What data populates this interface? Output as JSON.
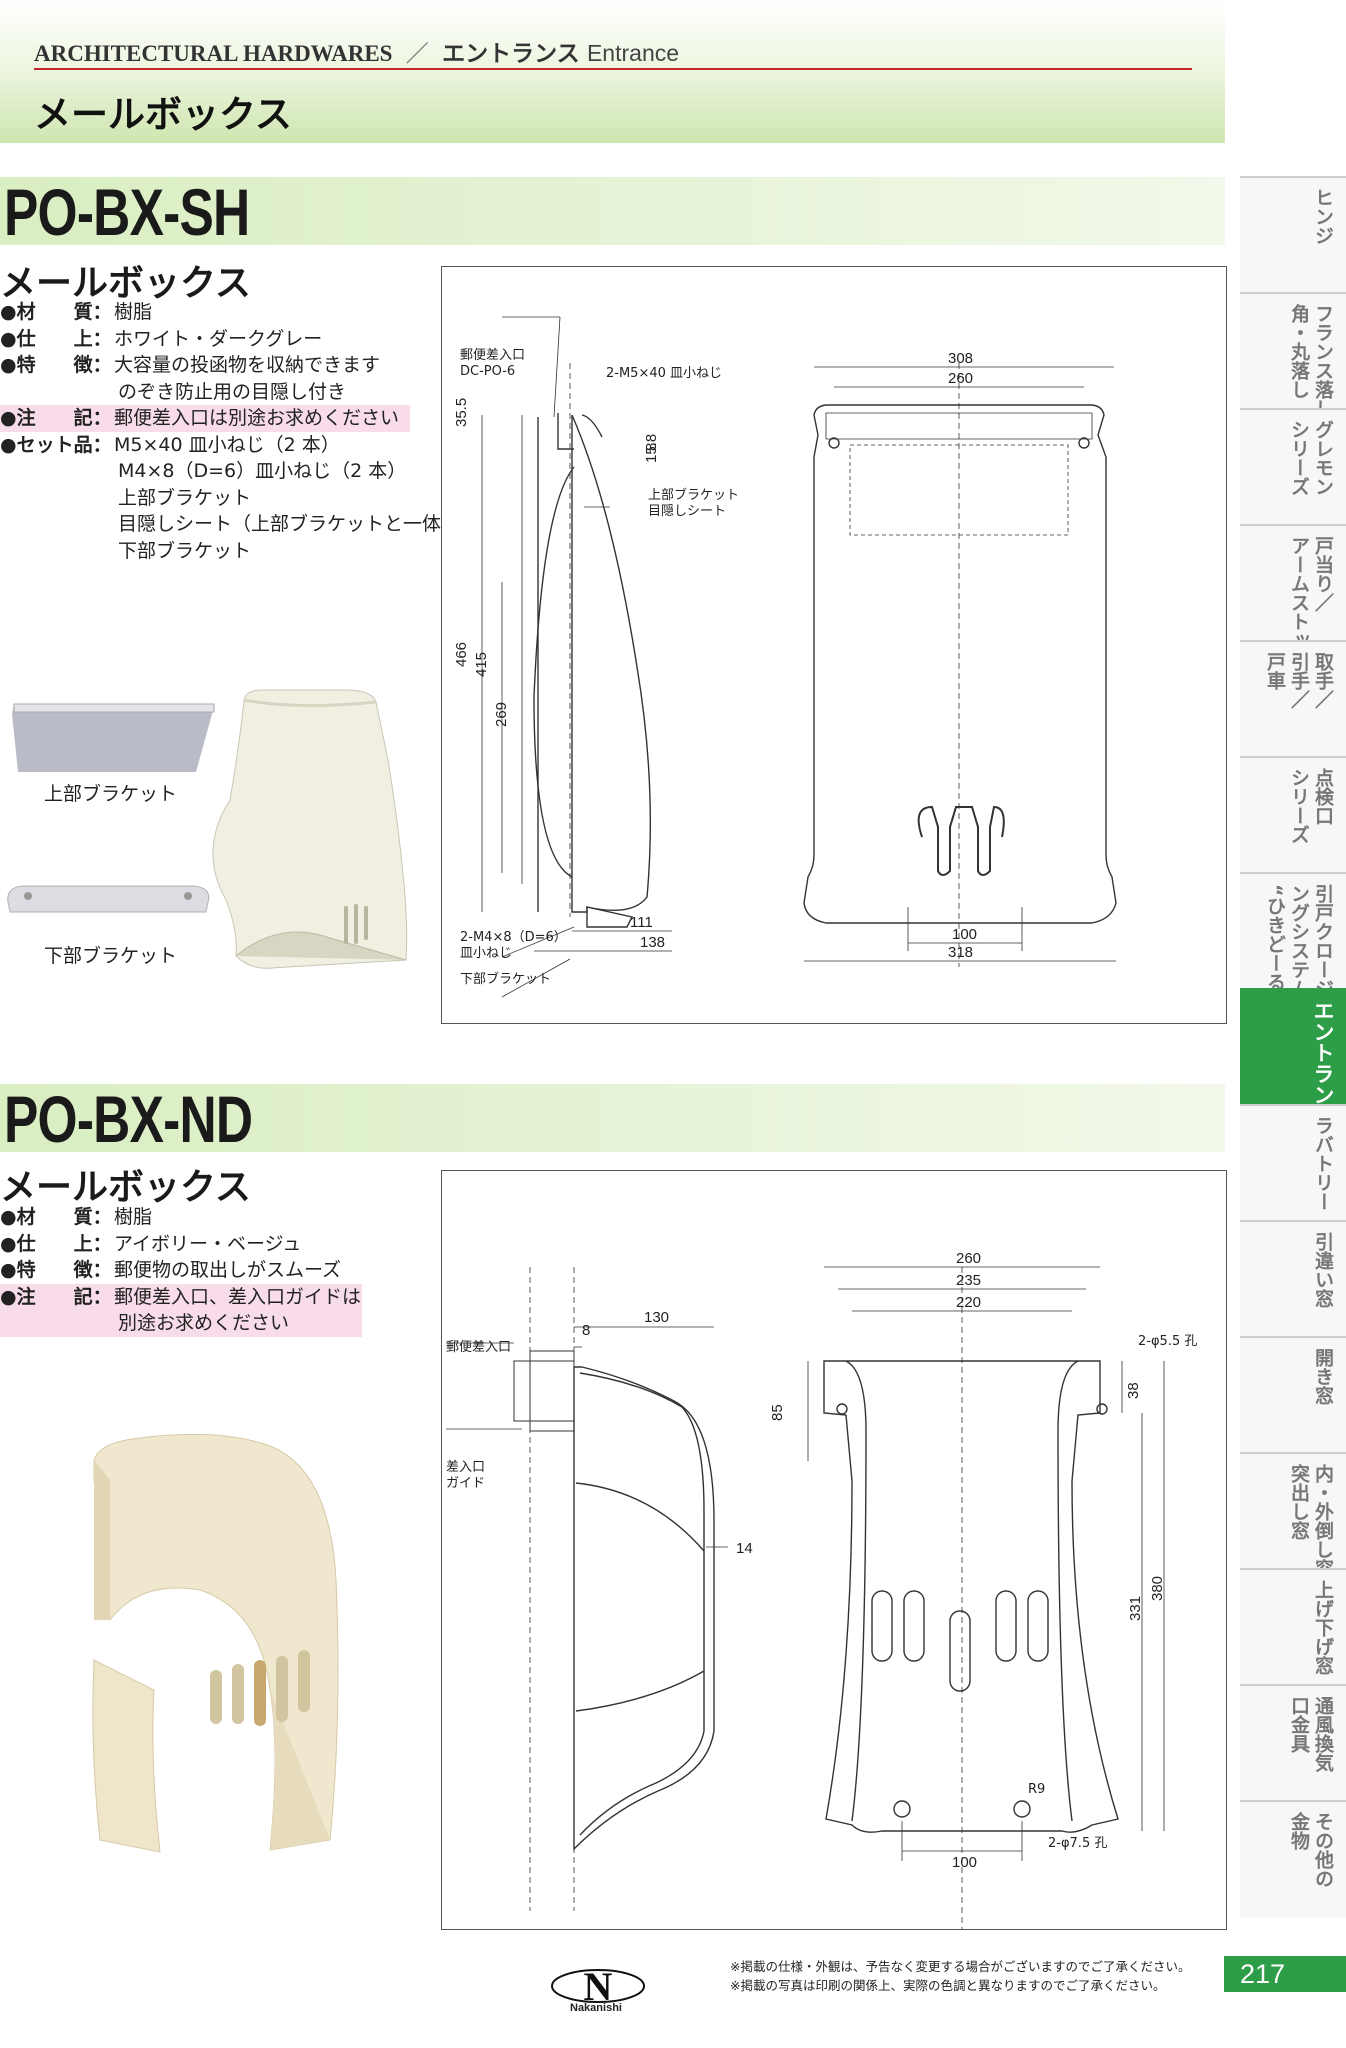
{
  "header": {
    "brand": "ARCHITECTURAL HARDWARES",
    "separator": "／",
    "section_jp": "エントランス",
    "section_en": "Entrance",
    "title": "メールボックス"
  },
  "products": [
    {
      "model": "PO-BX-SH",
      "subtitle": "メールボックス",
      "specs": [
        {
          "label": "●材　　質：",
          "value": "樹脂"
        },
        {
          "label": "●仕　　上：",
          "value": "ホワイト・ダークグレー"
        },
        {
          "label": "●特　　徴：",
          "value": "大容量の投函物を収納できます",
          "cont": [
            "のぞき防止用の目隠し付き"
          ]
        },
        {
          "label": "●注　　記：",
          "value": "郵便差入口は別途お求めください"
        },
        {
          "label": "●セット品：",
          "value": "M5×40 皿小ねじ（2 本）",
          "cont": [
            "M4×8（D=6）皿小ねじ（2 本）",
            "上部ブラケット",
            "目隠しシート（上部ブラケットと一体型）",
            "下部ブラケット"
          ]
        }
      ],
      "photo_captions": [
        "上部ブラケット",
        "下部ブラケット"
      ],
      "drawing": {
        "labels": [
          "郵便差入口",
          "DC-PO-6",
          "2-M5×40 皿小ねじ",
          "上部ブラケット",
          "目隠しシート",
          "2-M4×8（D=6）",
          "皿小ねじ",
          "下部ブラケット"
        ],
        "dims": [
          "35.5",
          "8",
          "15.8",
          "466",
          "415",
          "269",
          "111",
          "138",
          "308",
          "260",
          "100",
          "318"
        ]
      }
    },
    {
      "model": "PO-BX-ND",
      "subtitle": "メールボックス",
      "specs": [
        {
          "label": "●材　　質：",
          "value": "樹脂"
        },
        {
          "label": "●仕　　上：",
          "value": "アイボリー・ベージュ"
        },
        {
          "label": "●特　　徴：",
          "value": "郵便物の取出しがスムーズ"
        },
        {
          "label": "●注　　記：",
          "value": "郵便差入口、差入口ガイドは",
          "cont": [
            "別途お求めください"
          ]
        }
      ],
      "drawing": {
        "labels": [
          "郵便差入口",
          "差入口",
          "ガイド",
          "2-φ5.5 孔",
          "2-φ7.5 孔",
          "R9"
        ],
        "dims": [
          "130",
          "8",
          "14",
          "260",
          "235",
          "220",
          "85",
          "38",
          "331",
          "380",
          "100"
        ]
      }
    }
  ],
  "side_tabs": [
    {
      "cols": [
        "ヒンジ"
      ],
      "active": false
    },
    {
      "cols": [
        "フランス落し／",
        "角・丸落し"
      ],
      "active": false
    },
    {
      "cols": [
        "グレモン",
        "シリーズ"
      ],
      "active": false
    },
    {
      "cols": [
        "戸当り／",
        "アームストッパー"
      ],
      "active": false
    },
    {
      "cols": [
        "取手／",
        "引手／",
        "戸車"
      ],
      "active": false
    },
    {
      "cols": [
        "点検口",
        "シリーズ"
      ],
      "active": false
    },
    {
      "cols": [
        "引戸クロージ",
        "ングシステム",
        "“ひきどーる”"
      ],
      "active": false
    },
    {
      "cols": [
        "エントランス"
      ],
      "active": true
    },
    {
      "cols": [
        "ラバトリー"
      ],
      "active": false
    },
    {
      "cols": [
        "引違い窓"
      ],
      "active": false
    },
    {
      "cols": [
        "開き窓"
      ],
      "active": false
    },
    {
      "cols": [
        "内・外倒し窓／",
        "突出し窓"
      ],
      "active": false
    },
    {
      "cols": [
        "上げ下げ窓"
      ],
      "active": false
    },
    {
      "cols": [
        "通風換気",
        "口金具"
      ],
      "active": false
    },
    {
      "cols": [
        "その他の",
        "金物"
      ],
      "active": false
    }
  ],
  "footer": {
    "logo_text": "Nakanishi",
    "logo_letter": "N",
    "notes": [
      "※掲載の仕様・外観は、予告なく変更する場合がございますのでご了承ください。",
      "※掲載の写真は印刷の関係上、実際の色調と異なりますのでご了承ください。"
    ],
    "page_number": "217"
  },
  "colors": {
    "accent_green": "#2e9d48",
    "band_green": "#d9eec1",
    "rule_red": "#c2272d",
    "note_pink": "#f8dcea"
  }
}
